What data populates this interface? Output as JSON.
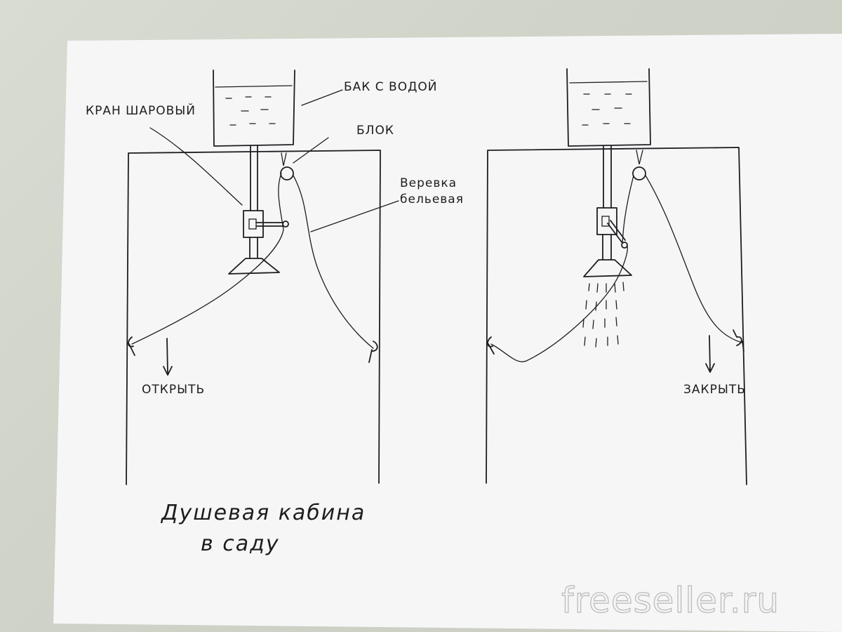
{
  "labels": {
    "tank": "БАК С ВОДОЙ",
    "valve": "КРАН ШАРОВЫЙ",
    "pulley": "БЛОК",
    "rope_line1": "Веревка",
    "rope_line2": "бельевая",
    "open": "ОТКРЫТЬ",
    "close": "ЗАКРЫТЬ"
  },
  "title": {
    "line1": "Душевая кабина",
    "line2": "в саду"
  },
  "watermark": "freeseller.ru"
}
